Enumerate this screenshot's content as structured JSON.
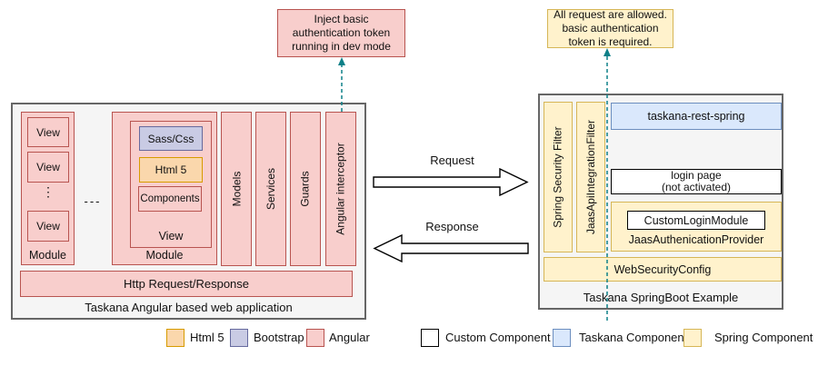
{
  "annotations": {
    "dev_note": "Inject basic authentication token running in dev mode",
    "auth_note": "All request are allowed. basic authentication token is required."
  },
  "flows": {
    "request": "Request",
    "response": "Response"
  },
  "left_app": {
    "title": "Taskana Angular based web application",
    "module1": {
      "label": "Module",
      "view1": "View",
      "view2": "View",
      "view3": "View",
      "dots": "⋮"
    },
    "ellipsis": "---",
    "module2": {
      "label": "Module",
      "view_label": "View",
      "sass": "Sass/Css",
      "html5": "Html 5",
      "components": "Components"
    },
    "bars": [
      "Models",
      "Services",
      "Guards",
      "Angular interceptor"
    ],
    "http_bar": "Http Request/Response"
  },
  "right_app": {
    "title": "Taskana SpringBoot Example",
    "filters": [
      "Spring Security Filter",
      "JaasApiIntegrationFilter"
    ],
    "rest": "taskana-rest-spring",
    "login_line1": "login page",
    "login_line2": "(not activated)",
    "custom_login": "CustomLoginModule",
    "provider": "JaasAuthenicationProvider",
    "web_security": "WebSecurityConfig"
  },
  "legend": [
    {
      "label": "Html 5",
      "fill": "#fad7ac",
      "border": "#d79b00"
    },
    {
      "label": "Bootstrap",
      "fill": "#c9cbe4",
      "border": "#666a9e"
    },
    {
      "label": "Angular",
      "fill": "#f8cecc",
      "border": "#b85450"
    },
    {
      "label": "Custom Component",
      "fill": "#ffffff",
      "border": "#000000"
    },
    {
      "label": "Taskana Component",
      "fill": "#dae8fc",
      "border": "#6c8ebf"
    },
    {
      "label": "Spring Component",
      "fill": "#fff2cc",
      "border": "#d6b656"
    }
  ],
  "colors": {
    "angular_fill": "#f8cecc",
    "angular_stroke": "#b85450",
    "html5_fill": "#fad7ac",
    "html5_stroke": "#d79b00",
    "bootstrap_fill": "#c9cbe4",
    "bootstrap_stroke": "#666a9e",
    "taskana_fill": "#dae8fc",
    "taskana_stroke": "#6c8ebf",
    "spring_fill": "#fff2cc",
    "spring_stroke": "#d6b656",
    "container_fill": "#f5f5f5",
    "container_stroke": "#666666",
    "dashed_arrow": "#0e8088"
  }
}
